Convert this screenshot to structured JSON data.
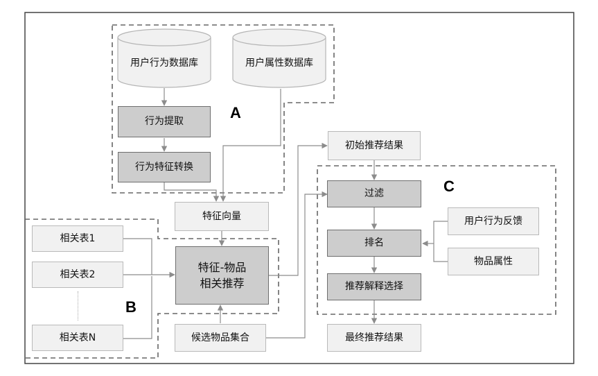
{
  "nodes": {
    "user_behavior_db": "用户行为数据库",
    "user_attribute_db": "用户属性数据库",
    "behavior_extraction": "行为提取",
    "behavior_feature_conversion": "行为特征转换",
    "feature_vector": "特征向量",
    "related_table_1": "相关表1",
    "related_table_2": "相关表2",
    "related_table_n": "相关表N",
    "feature_item_recommend": "特征-物品\n相关推荐",
    "candidate_items": "候选物品集合",
    "initial_results": "初始推荐结果",
    "filter": "过滤",
    "rank": "排名",
    "explain_select": "推荐解释选择",
    "user_feedback": "用户行为反馈",
    "item_attributes": "物品属性",
    "final_results": "最终推荐结果"
  },
  "groups": {
    "a": "A",
    "b": "B",
    "c": "C"
  },
  "colors": {
    "dark_node_fill": "#cdcdcd",
    "light_node_fill": "#f1f1f1",
    "connector": "#8c8c8c"
  }
}
